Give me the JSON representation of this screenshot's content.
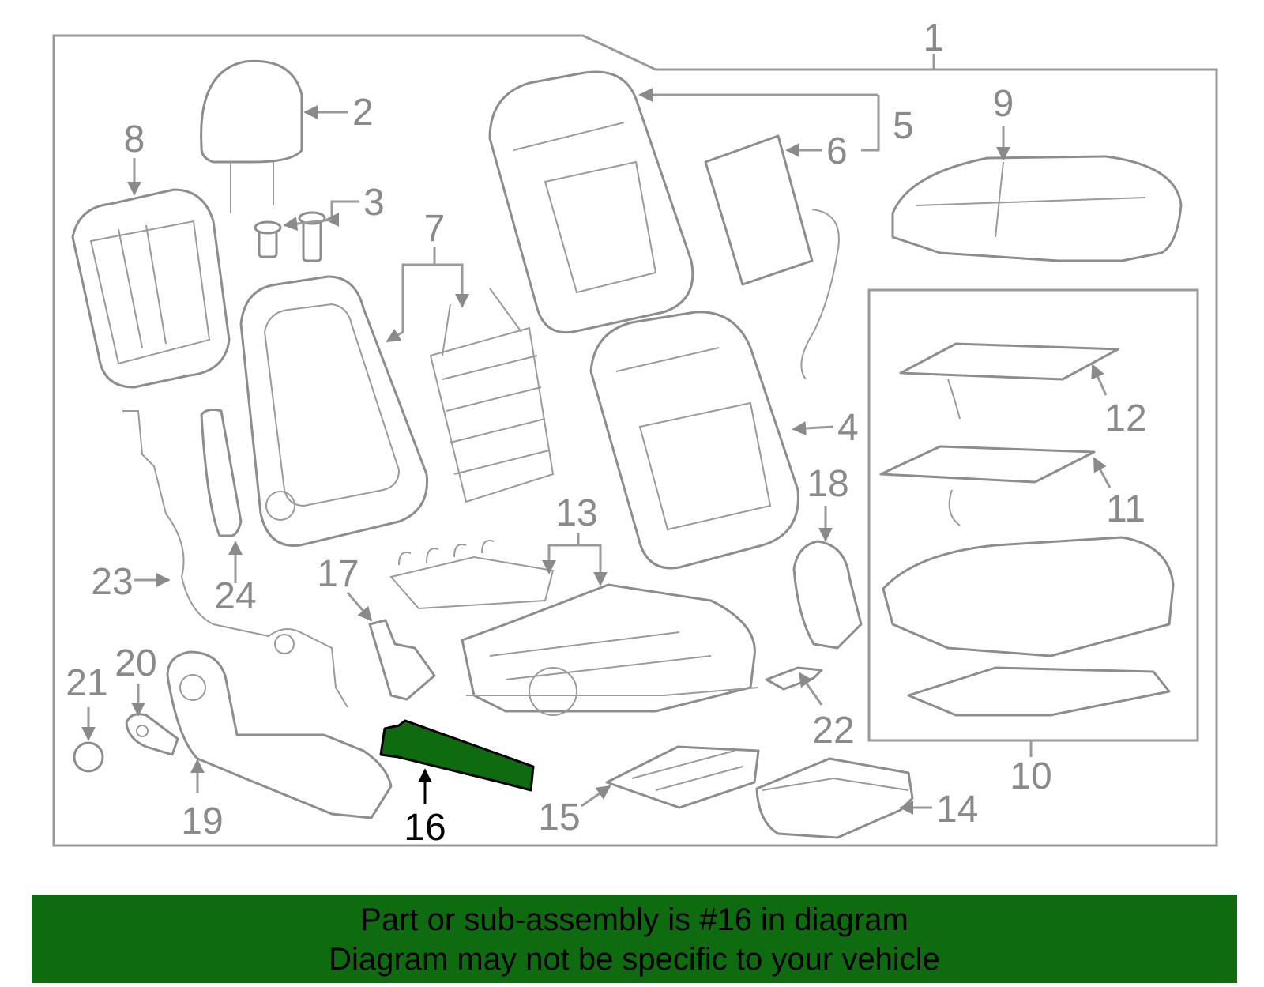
{
  "diagram": {
    "callouts": {
      "c1": "1",
      "c2": "2",
      "c3": "3",
      "c4": "4",
      "c5": "5",
      "c6": "6",
      "c7": "7",
      "c8": "8",
      "c9": "9",
      "c10": "10",
      "c11": "11",
      "c12": "12",
      "c13": "13",
      "c14": "14",
      "c15": "15",
      "c16": "16",
      "c17": "17",
      "c18": "18",
      "c19": "19",
      "c20": "20",
      "c21": "21",
      "c22": "22",
      "c23": "23",
      "c24": "24"
    },
    "highlighted_part": "16",
    "colors": {
      "highlight_fill": "#0f6b10",
      "line_art": "#8d8d8d",
      "banner_background": "#0f6b10"
    }
  },
  "banner": {
    "line1": "Part or sub-assembly is #16 in diagram",
    "line2": "Diagram may not be specific to your vehicle"
  }
}
